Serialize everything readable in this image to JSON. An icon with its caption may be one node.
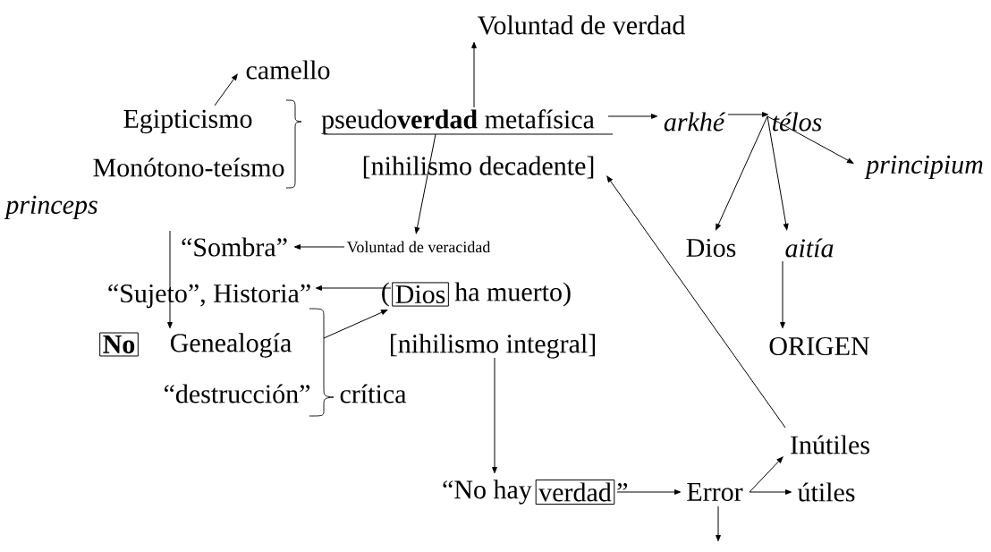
{
  "diagram": {
    "nodes": [
      {
        "text": [
          "Voluntad de verdad"
        ]
      },
      {
        "text": [
          "camello"
        ]
      },
      {
        "text": [
          "Egipticismo"
        ]
      },
      {
        "text": [
          "pseudo**verdad** metafísica"
        ]
      },
      {
        "text": [
          "arkhé"
        ]
      },
      {
        "text": [
          "télos"
        ]
      },
      {
        "text": [
          "[nihilismo decadente]"
        ]
      },
      {
        "text": [
          "principium"
        ]
      },
      {
        "text": [
          "“Sombra”"
        ]
      },
      {
        "text": [
          "Voluntad de veracidad"
        ]
      },
      {
        "text": [
          "Dios"
        ]
      },
      {
        "text": [
          "aitía"
        ]
      },
      {
        "text": [
          "“Sujeto”, Historia”"
        ]
      },
      {
        "text": [
          "Dios"
        ],
        "beside": [
          "(",
          "ha muerto)"
        ]
      },
      {
        "text": [
          "No"
        ]
      },
      {
        "text": [
          "Genealogía"
        ]
      },
      {
        "text": [
          "[nihilismo integral]"
        ]
      },
      {
        "text": [
          "ORIGEN"
        ]
      },
      {
        "text": [
          "Inútiles"
        ]
      },
      {
        "text": [
          "verdad"
        ],
        "beside": [
          "“No hay",
          "”"
        ]
      },
      {
        "text": [
          "Error"
        ]
      },
      {
        "text": [
          "útiles"
        ]
      }
    ],
    "edges": [
      {
        "from": 3,
        "to": 0,
        "arrow": "to"
      },
      {
        "from": 2,
        "to": 1,
        "arrow": "to"
      },
      {
        "from": 3,
        "to": 4,
        "arrow": "to"
      },
      {
        "from": 4,
        "to": 5,
        "arrow": "to"
      },
      {
        "from": 5,
        "to": 10,
        "arrow": "to"
      },
      {
        "from": 5,
        "to": 7,
        "arrow": "to"
      },
      {
        "from": 5,
        "to": 11,
        "arrow": "to"
      },
      {
        "from": 3,
        "to": 9,
        "arrow": "to"
      },
      {
        "from": 9,
        "to": 8,
        "arrow": "to"
      },
      {
        "from": 8,
        "to": 15,
        "arrow": "to"
      },
      {
        "from": 13,
        "to": 12,
        "arrow": "to"
      },
      {
        "from": 12,
        "to": 13,
        "arrow": "to"
      },
      {
        "from": 11,
        "to": 17,
        "arrow": "to"
      },
      {
        "from": 16,
        "to": 19,
        "arrow": "to"
      },
      {
        "from": 19,
        "to": 20,
        "arrow": "to"
      },
      {
        "from": 20,
        "to": 18,
        "arrow": "to"
      },
      {
        "from": 20,
        "to": 21,
        "arrow": "to"
      },
      {
        "from": 18,
        "to": 6,
        "arrow": "to"
      },
      {
        "from": 20,
        "to": null,
        "arrow": "to"
      }
    ],
    "labels": [
      "Monótono-teísmo",
      "princeps",
      "“destrucción”",
      "crítica"
    ]
  }
}
